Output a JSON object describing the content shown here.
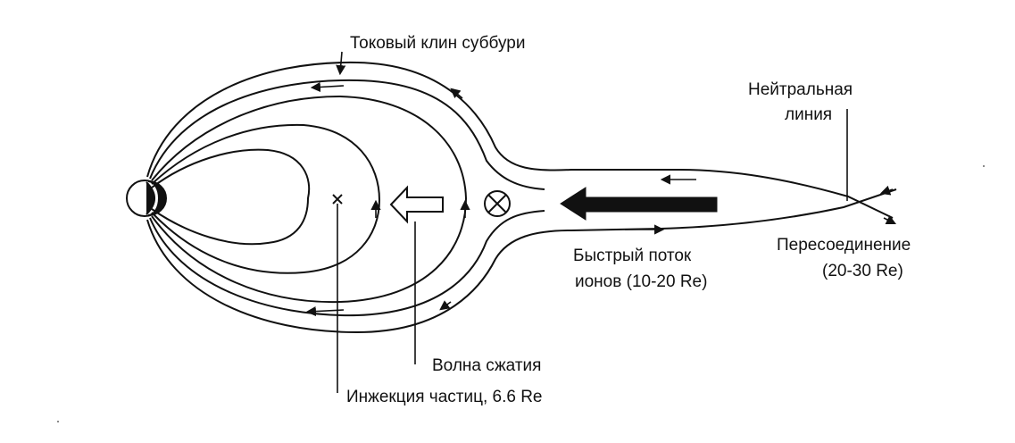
{
  "labels": {
    "current_wedge": "Токовый клин суббури",
    "neutral_line_1": "Нейтральная",
    "neutral_line_2": "линия",
    "fast_flow_1": "Быстрый поток",
    "fast_flow_2": "ионов (10-20 Re)",
    "reconnection_1": "Пересоединение",
    "reconnection_2": "(20-30 Re)",
    "compression_wave": "Волна сжатия",
    "injection": "Инжекция частиц, 6.6 Re"
  },
  "colors": {
    "ink": "#111111",
    "background": "#ffffff"
  }
}
